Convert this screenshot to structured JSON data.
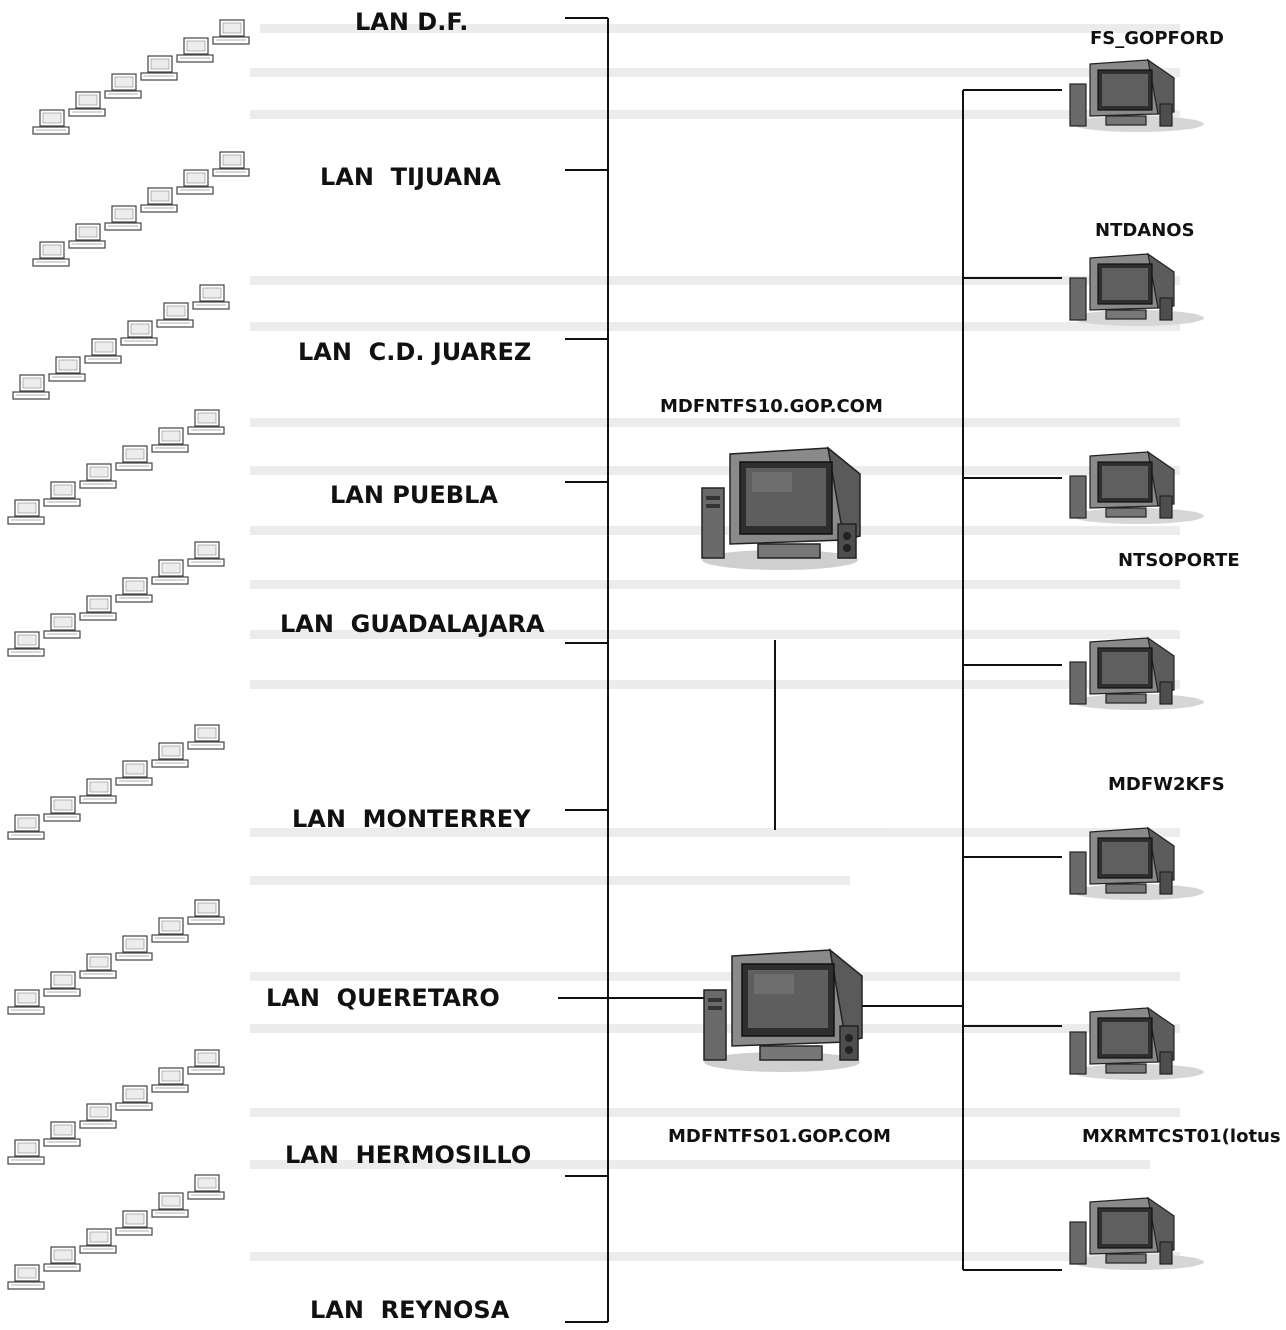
{
  "lans": [
    {
      "label": "LAN D.F."
    },
    {
      "label": "LAN  TIJUANA"
    },
    {
      "label": "LAN  C.D. JUAREZ"
    },
    {
      "label": "LAN PUEBLA"
    },
    {
      "label": "LAN  GUADALAJARA"
    },
    {
      "label": "LAN  MONTERREY"
    },
    {
      "label": "LAN  QUERETARO"
    },
    {
      "label": "LAN  HERMOSILLO"
    },
    {
      "label": "LAN  REYNOSA"
    }
  ],
  "central_servers": [
    {
      "label": "MDFNTFS10.GOP.COM"
    },
    {
      "label": "MDFNTFS01.GOP.COM"
    }
  ],
  "servers": [
    {
      "label": "FS_GOPFORD"
    },
    {
      "label": "NTDANOS"
    },
    {
      "label": "NTSOPORTE"
    },
    {
      "label": "MDFW2KFS"
    },
    {
      "label": "MXRMTCST01(lotus"
    },
    {
      "label": ""
    }
  ],
  "icons": {
    "workstation": "workstation-icon",
    "server": "computer-tower-icon"
  }
}
